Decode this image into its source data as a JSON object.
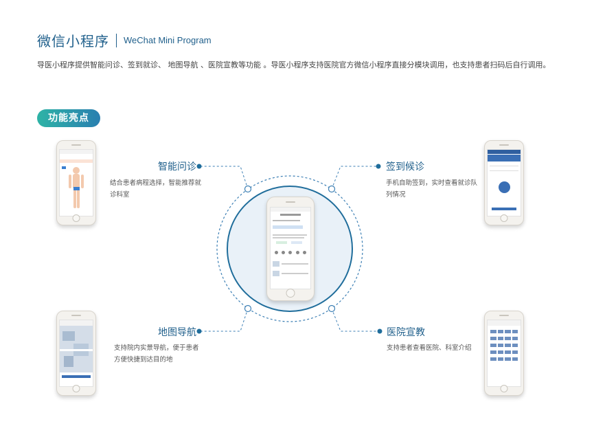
{
  "header": {
    "title_cn": "微信小程序",
    "title_en": "WeChat Mini Program"
  },
  "intro": "导医小程序提供智能问诊、签到就诊、 地图导航 、医院宣教等功能 。导医小程序支持医院官方微信小程序直接分模块调用，也支持患者扫码后自行调用。",
  "badge": "功能亮点",
  "features": {
    "smart": {
      "title": "智能问诊",
      "desc_l1": "结合患者病程选择，智能推荐就",
      "desc_l2": "诊科室"
    },
    "checkin": {
      "title": "签到候诊",
      "desc_l1": "手机自助签到，实时查看就诊队",
      "desc_l2": "列情况"
    },
    "map": {
      "title": "地图导航",
      "desc_l1": "支持院内实景导航，便于患者",
      "desc_l2": "方便快捷到达目的地"
    },
    "edu": {
      "title": "医院宣教",
      "desc_l1": "支持患者查看医院、科室介绍",
      "desc_l2": ""
    }
  },
  "colors": {
    "primary": "#1f5f8b",
    "teal": "#2eb3a6",
    "circle_fill": "#e9f1f8",
    "phone_accent": "#3a6fb5"
  },
  "icons": [
    "phone-mockup",
    "dot-marker"
  ]
}
